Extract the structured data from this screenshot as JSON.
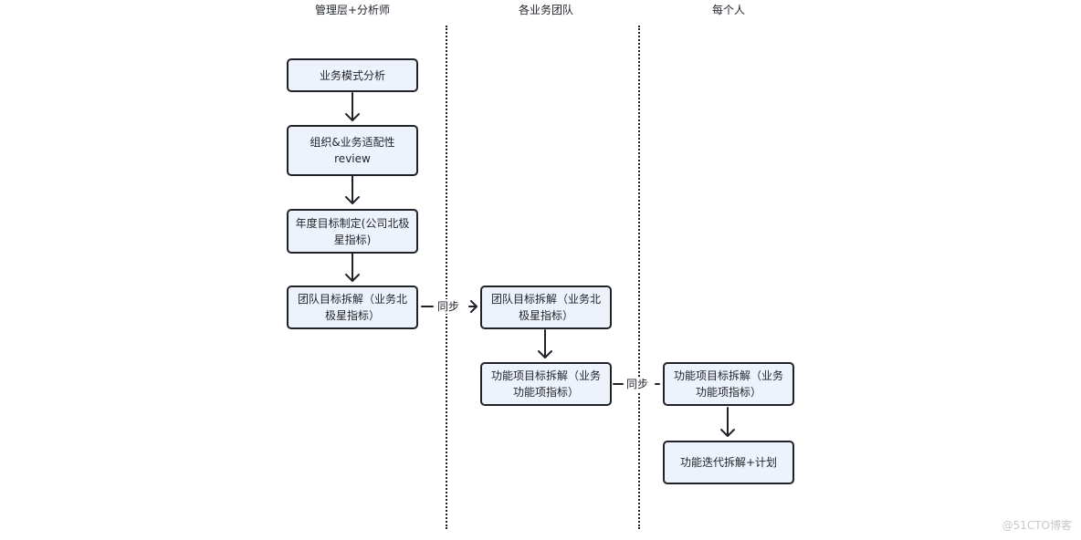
{
  "lanes": {
    "management": "管理层+分析师",
    "business": "各业务团队",
    "individual": "每个人"
  },
  "nodes": {
    "business_model": "业务模式分析",
    "org_review": "组织&业务适配性\nreview",
    "annual_goal": "年度目标制定(公司北极\n星指标)",
    "team_goal_mgmt": "团队目标拆解（业务北\n极星指标）",
    "team_goal_biz": "团队目标拆解（业务北\n极星指标）",
    "feature_goal_biz": "功能项目标拆解（业务\n功能项指标）",
    "feature_goal_indiv": "功能项目标拆解（业务\n功能项指标）",
    "iteration_plan": "功能迭代拆解+计划"
  },
  "edges": {
    "sync_1": "同步",
    "sync_2": "同步"
  },
  "watermark": "@51CTO博客"
}
